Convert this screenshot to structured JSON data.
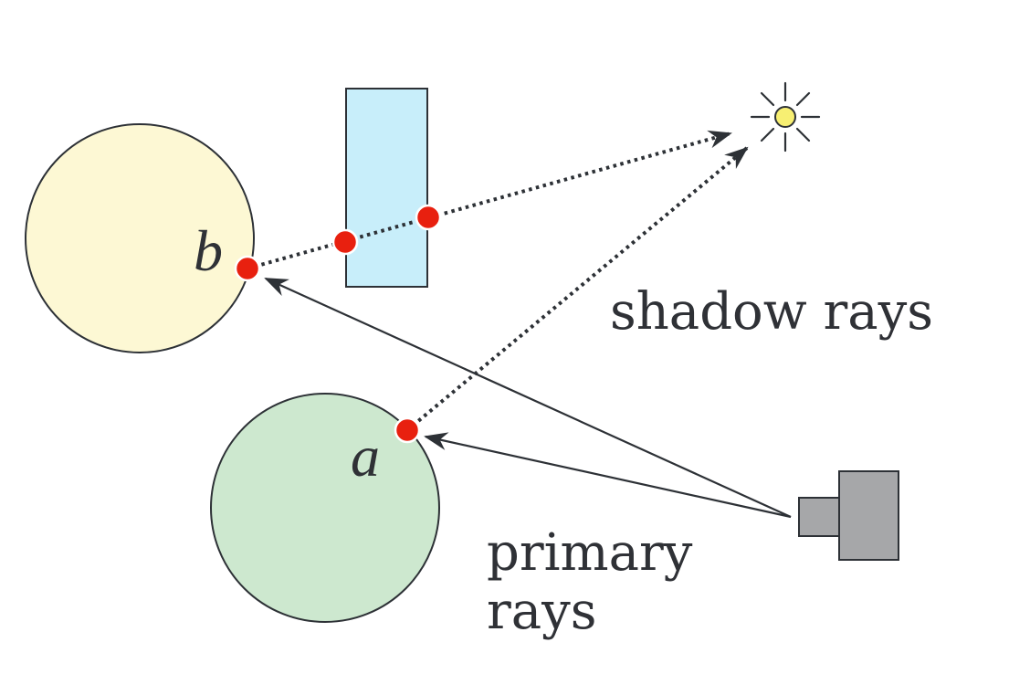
{
  "labels": {
    "point_a": "a",
    "point_b": "b",
    "shadow_rays": "shadow rays",
    "primary_rays_line1": "primary",
    "primary_rays_line2": "rays"
  },
  "colors": {
    "sphere_b_fill": "#fdf8d4",
    "sphere_a_fill": "#cde8cf",
    "blocker_fill": "#c8eefa",
    "outline": "#2d3136",
    "hit_point": "#e8200f",
    "light_core": "#f7ef72",
    "camera": "#a6a7a9",
    "text": "#2f3136"
  },
  "icons": {
    "light": "sun-icon",
    "camera": "camera-icon"
  }
}
